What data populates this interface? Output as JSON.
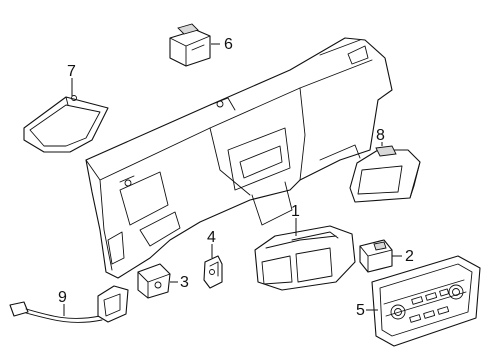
{
  "callouts": {
    "c1": "1",
    "c2": "2",
    "c3": "3",
    "c4": "4",
    "c5": "5",
    "c6": "6",
    "c7": "7",
    "c8": "8",
    "c9": "9"
  },
  "colors": {
    "line": "#111111",
    "background": "#ffffff",
    "shade": "#d9d9d9"
  }
}
